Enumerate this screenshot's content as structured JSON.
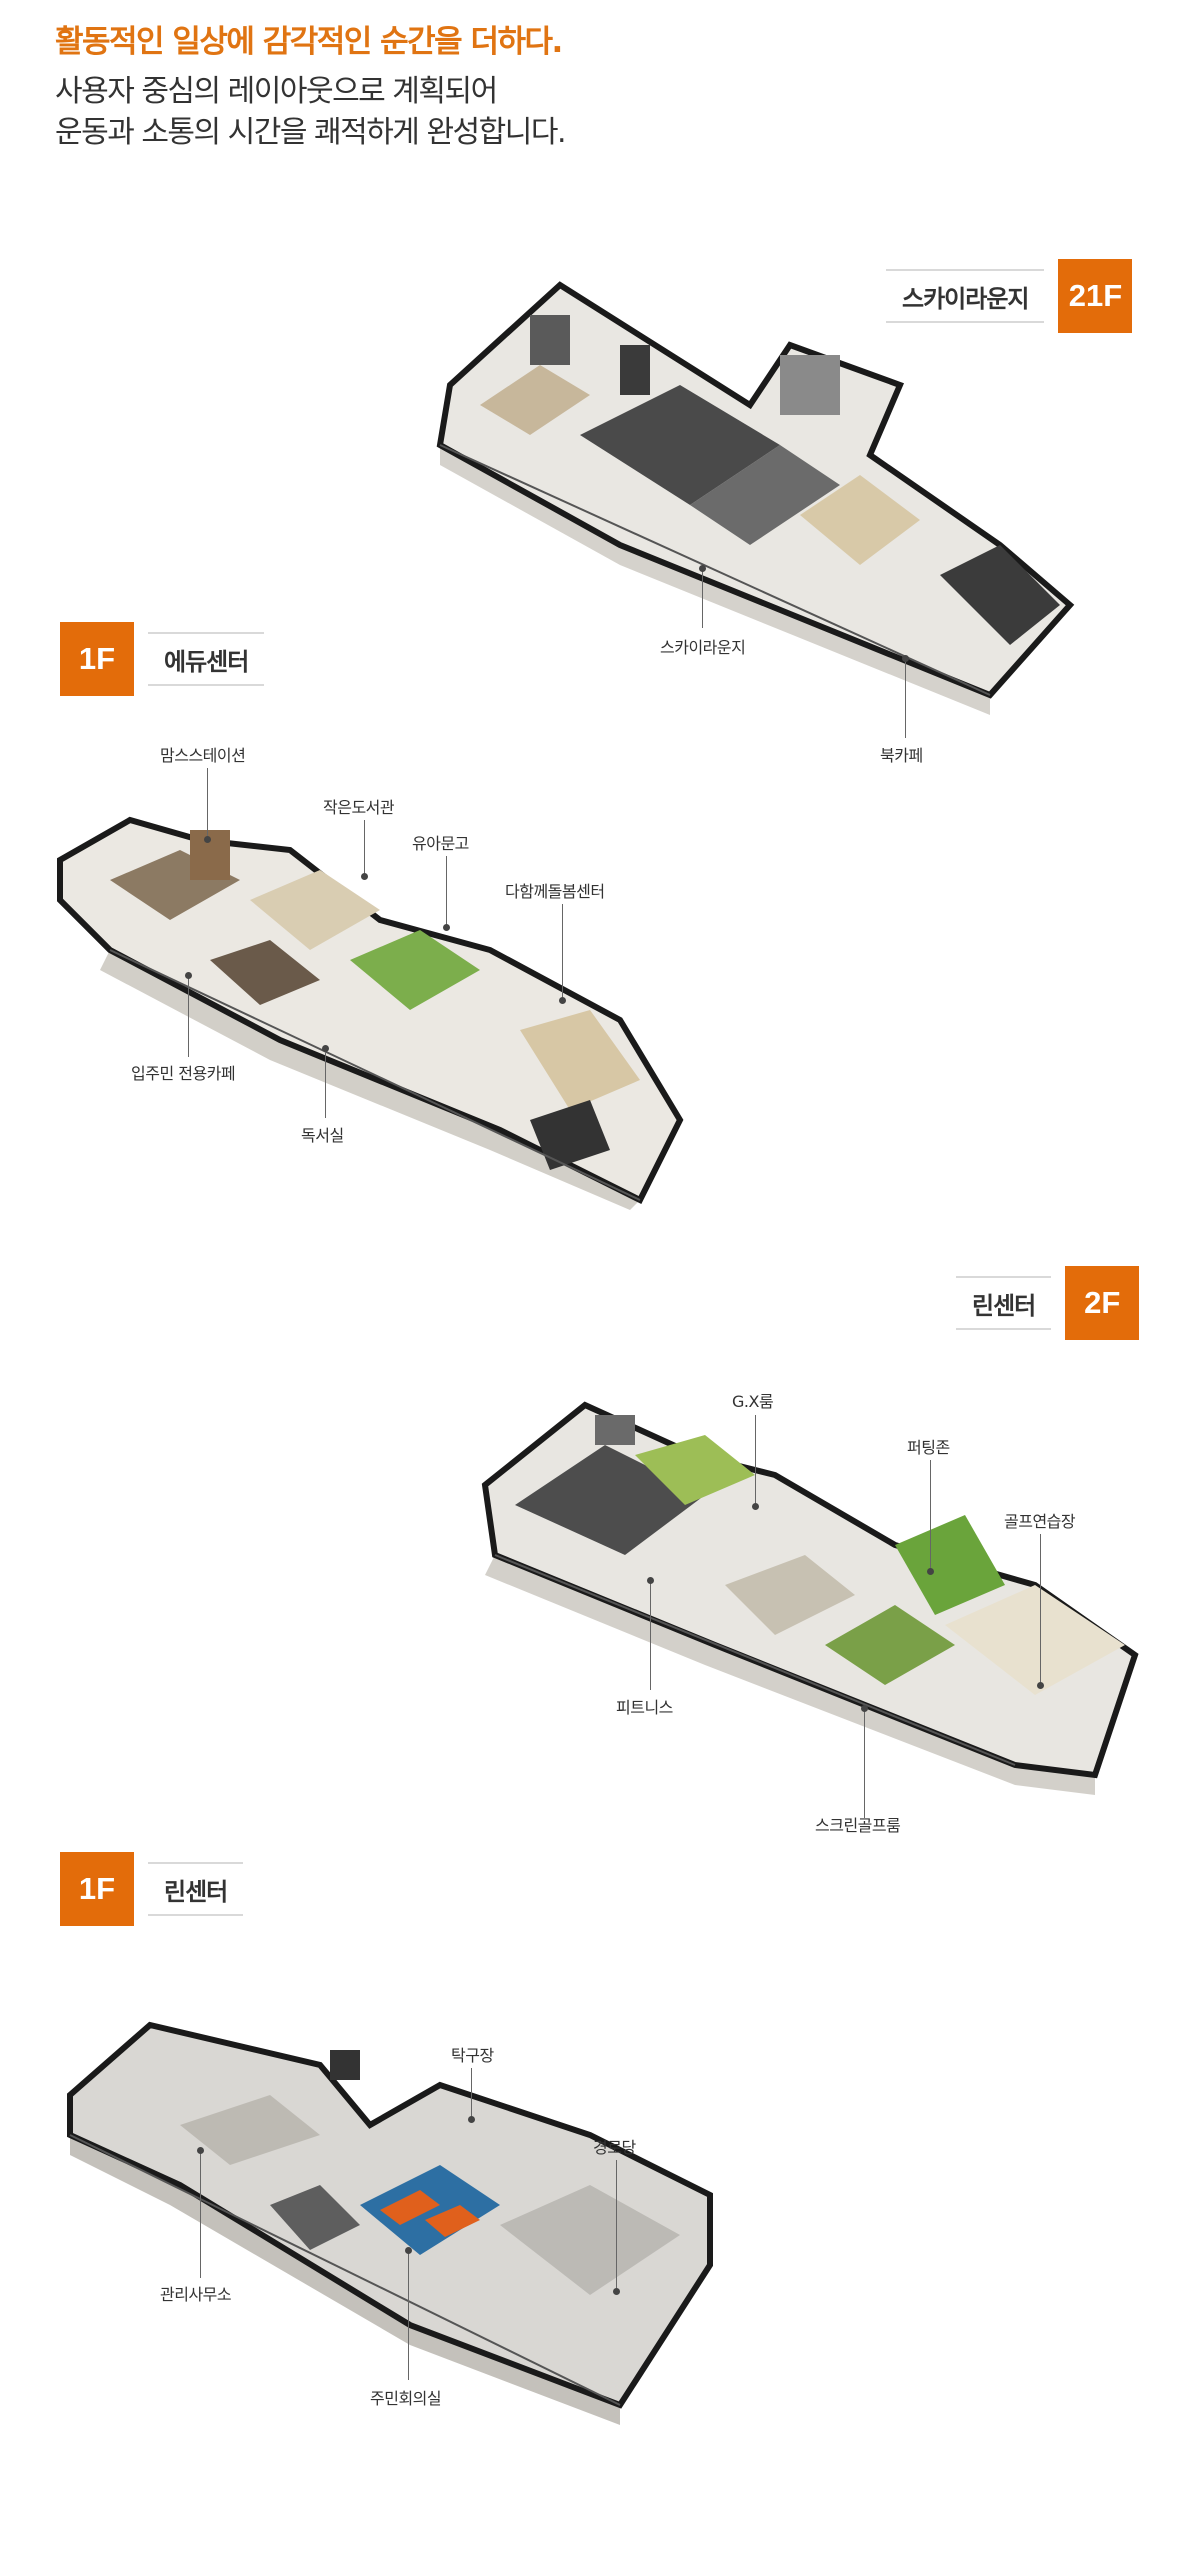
{
  "intro": {
    "headline": "활동적인 일상에 감각적인 순간을 더하다.",
    "line1": "사용자 중심의 레이아웃으로 계획되어",
    "line2": "운동과 소통의 시간을 쾌적하게 완성합니다."
  },
  "sections": {
    "sky": {
      "badge": "21F",
      "name": "스카이라운지",
      "labels": {
        "lounge": "스카이라운지",
        "bookcafe": "북카페"
      }
    },
    "edu": {
      "badge": "1F",
      "name": "에듀센터",
      "labels": {
        "moms": "맘스스테이션",
        "library": "작은도서관",
        "kids": "유아문고",
        "care": "다함께돌봄센터",
        "cafe": "입주민 전용카페",
        "study": "독서실"
      }
    },
    "lean2": {
      "badge": "2F",
      "name": "린센터",
      "labels": {
        "gx": "G.X룸",
        "putting": "퍼팅존",
        "golf": "골프연습장",
        "fitness": "피트니스",
        "screen": "스크린골프룸"
      }
    },
    "lean1": {
      "badge": "1F",
      "name": "린센터",
      "labels": {
        "pingpong": "탁구장",
        "senior": "경로당",
        "office": "관리사무소",
        "meeting": "주민회의실"
      }
    }
  },
  "colors": {
    "accent": "#e36c0a",
    "headline": "#e07412"
  }
}
